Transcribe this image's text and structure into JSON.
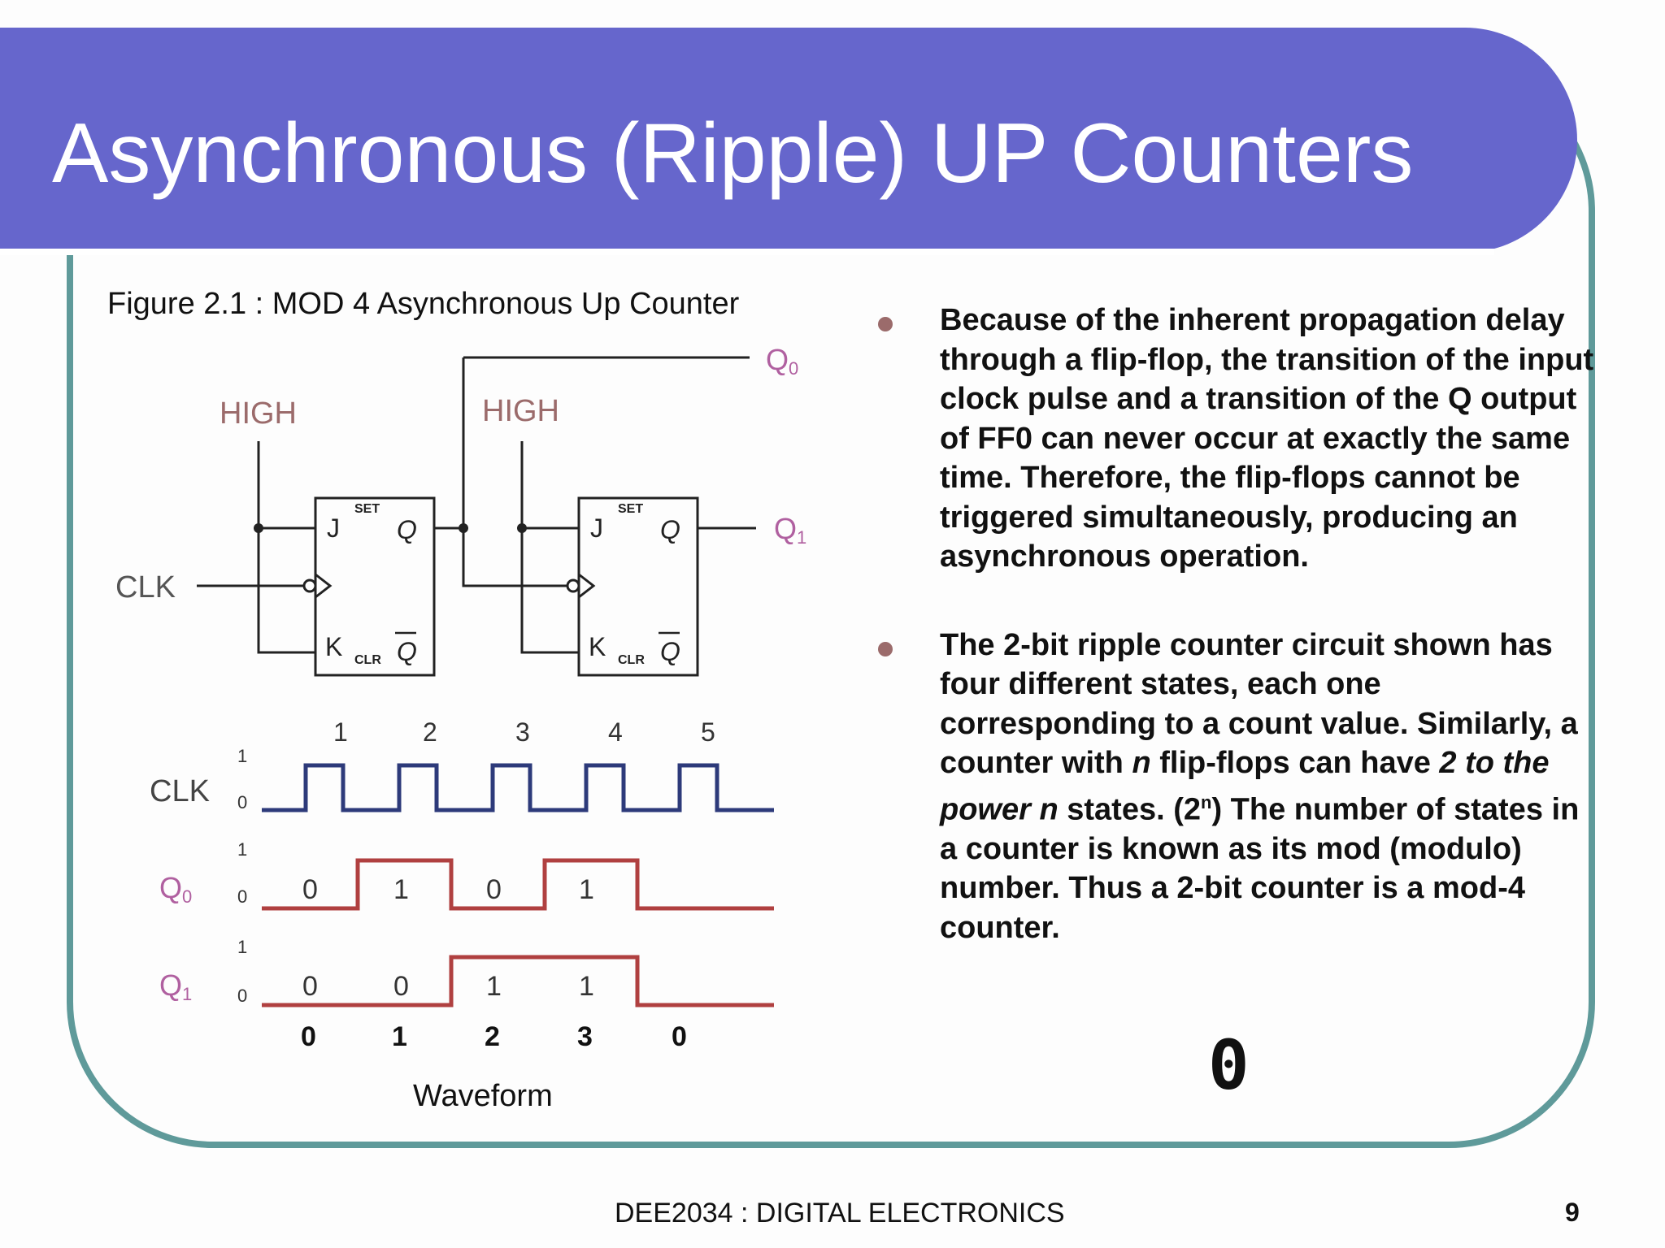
{
  "slide": {
    "title": "Asynchronous (Ripple) UP Counters",
    "footer": "DEE2034 : DIGITAL ELECTRONICS",
    "page_number": "9",
    "accent_color": "#6666cc",
    "frame_color": "#5f9a9a"
  },
  "figure": {
    "caption": "Figure 2.1 : MOD 4 Asynchronous Up Counter",
    "waveform_caption": "Waveform",
    "circuit": {
      "high_label_1": "HIGH",
      "high_label_2": "HIGH",
      "clk_label": "CLK",
      "q0_label": "Q",
      "q0_sub": "0",
      "q1_label": "Q",
      "q1_sub": "1",
      "ff_pins": {
        "j": "J",
        "k": "K",
        "set": "SET",
        "clr": "CLR",
        "q": "Q"
      }
    },
    "waveform": {
      "pulse_numbers": [
        "1",
        "2",
        "3",
        "4",
        "5"
      ],
      "clk_label": "CLK",
      "q0_label": "Q",
      "q0_sub": "0",
      "q1_label": "Q",
      "q1_sub": "1",
      "level_high": "1",
      "level_low": "0",
      "q0_values": [
        "0",
        "1",
        "0",
        "1"
      ],
      "q1_values": [
        "0",
        "0",
        "1",
        "1"
      ],
      "count_values": [
        "0",
        "1",
        "2",
        "3",
        "0"
      ]
    }
  },
  "bullets": [
    {
      "text": "Because of the inherent propagation delay through a flip-flop, the transition of the input clock pulse and a transition of the Q output of FF0 can never occur at exactly the same time.  Therefore, the flip-flops cannot be triggered simultaneously, producing an asynchronous operation."
    },
    {
      "text_a": "The 2-bit ripple counter circuit  shown has four different states, each one corresponding to a count value. Similarly, a counter with ",
      "italic_a": "n",
      "text_b": " flip-flops can have ",
      "italic_b": "2 to the power n",
      "text_c": " states. (2",
      "superscript": "n",
      "text_d": ") The number of states in a counter is known as its mod (modulo) number. Thus a 2-bit counter is a mod-4 counter."
    }
  ],
  "stray_glyph": "0"
}
